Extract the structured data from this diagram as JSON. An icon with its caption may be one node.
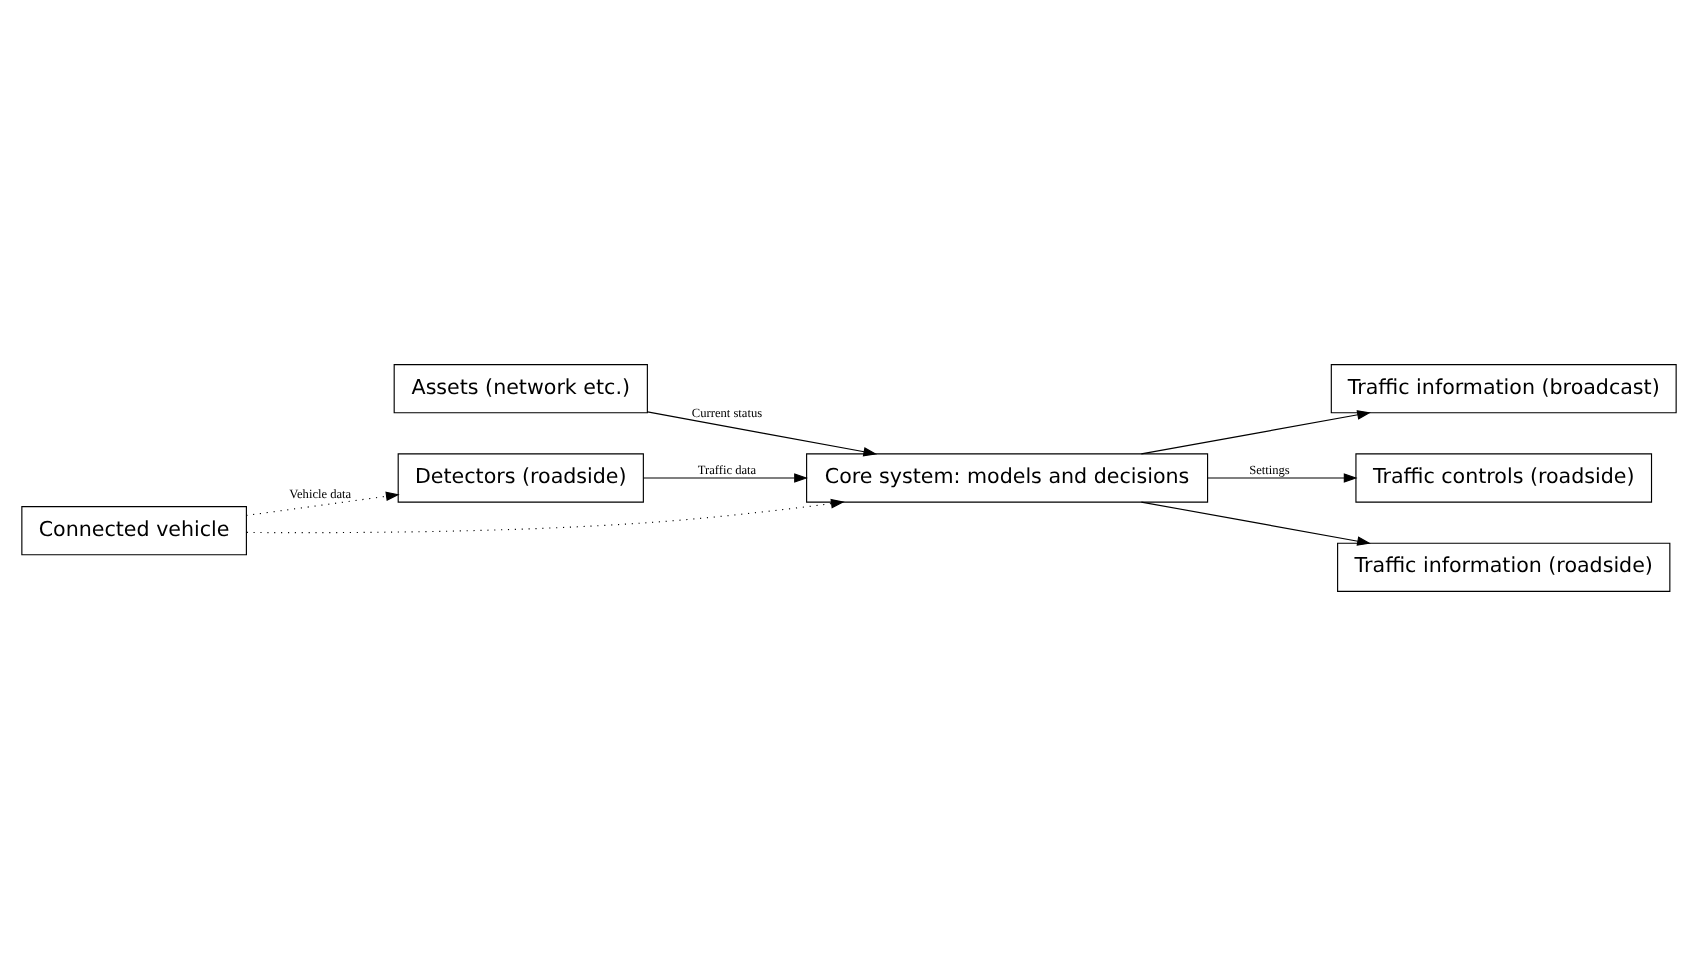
{
  "diagram": {
    "nodes": [
      {
        "text": [
          "Assets (network etc.)"
        ]
      },
      {
        "text": [
          "Detectors (roadside)"
        ]
      },
      {
        "text": [
          "Core system: models and decisions"
        ]
      },
      {
        "text": [
          "Traffic information (broadcast)"
        ]
      },
      {
        "text": [
          "Connected vehicle"
        ]
      },
      {
        "text": [
          "Traffic controls (roadside)"
        ]
      },
      {
        "text": [
          "Traffic information (roadside)"
        ]
      }
    ],
    "edges": [
      {
        "from": 1,
        "to": 2,
        "arrow": "to",
        "label": "Traffic data"
      },
      {
        "from": 4,
        "to": 1,
        "arrow": "to",
        "label": "Vehicle data",
        "style": "dashed"
      },
      {
        "from": 4,
        "to": 2,
        "arrow": "to",
        "style": "dashed"
      },
      {
        "from": 0,
        "to": 2,
        "arrow": "to",
        "label": "Current status"
      },
      {
        "from": 2,
        "to": 3,
        "arrow": "to"
      },
      {
        "from": 2,
        "to": 5,
        "arrow": "to",
        "label": "Settings"
      },
      {
        "from": 2,
        "to": 6,
        "arrow": "to"
      }
    ]
  }
}
